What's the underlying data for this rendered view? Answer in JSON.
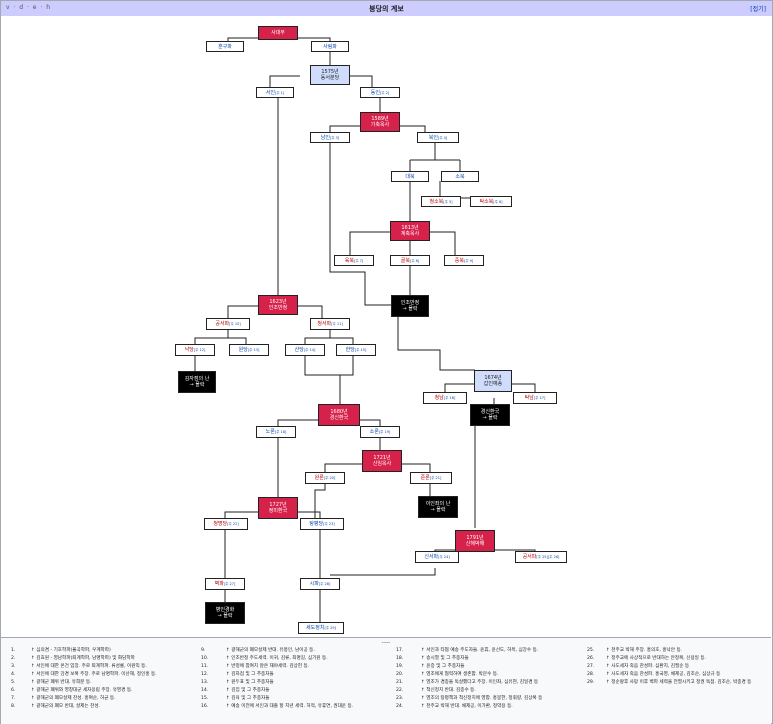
{
  "navbox": {
    "vde": "v · d · e · h",
    "title": "붕당의 계보",
    "toggle": "[접기]"
  },
  "colors": {
    "event_red": "#d6214b",
    "fall_black": "#000000",
    "year_blue": "#cfdcfb",
    "line": "#222222",
    "link": "#0645ad"
  },
  "nodes": {
    "sadaebu": {
      "label": "사대부"
    },
    "hungu": {
      "label": "훈구파"
    },
    "sarim": {
      "label": "사림파"
    },
    "e1575": {
      "l1": "1575년",
      "l2": "동서분당"
    },
    "seoin": {
      "label": "서인",
      "note": "[주 1]"
    },
    "dongin": {
      "label": "동인",
      "note": "[주 2]"
    },
    "e1589": {
      "l1": "1589년",
      "l2": "기축옥사"
    },
    "namin": {
      "label": "남인",
      "note": "[주 3]"
    },
    "bugin": {
      "label": "북인",
      "note": "[주 4]"
    },
    "daebuk": {
      "label": "대북"
    },
    "sobuk": {
      "label": "소북"
    },
    "cheongsobuk": {
      "label": "청소북",
      "note": "[주 5]"
    },
    "takssobuk": {
      "label": "탁소북",
      "note": "[주 6]"
    },
    "e1613": {
      "l1": "1613년",
      "l2": "계축옥사"
    },
    "yukbuk": {
      "label": "육북",
      "note": "[주 7]"
    },
    "golbuk": {
      "label": "골북",
      "note": "[주 8]"
    },
    "jungbuk": {
      "label": "중북",
      "note": "[주 9]"
    },
    "injo_fall": {
      "l1": "인조반정",
      "l2": "→ 몰락"
    },
    "e1623": {
      "l1": "1623년",
      "l2": "인조반정"
    },
    "gongseo": {
      "label": "공서파",
      "note": "[주 10]"
    },
    "cheongseo": {
      "label": "청서파",
      "note": "[주 11]"
    },
    "nakdang": {
      "label": "낙당",
      "note": "[주 12]"
    },
    "wondang": {
      "label": "원당",
      "note": "[주 13]"
    },
    "sandang": {
      "label": "산당",
      "note": "[주 14]"
    },
    "handang": {
      "label": "한당",
      "note": "[주 15]"
    },
    "kimjajeom_fall": {
      "l1": "김자점의 난",
      "l2": "→ 몰락"
    },
    "e1674": {
      "l1": "1674년",
      "l2": "갑인예송"
    },
    "cheongnam": {
      "label": "청남",
      "note": "[주 16]"
    },
    "taknam": {
      "label": "탁남",
      "note": "[주 17]"
    },
    "gyeongsin_fall": {
      "l1": "경신환국",
      "l2": "→ 몰락"
    },
    "e1680": {
      "l1": "1680년",
      "l2": "경신환국"
    },
    "noron": {
      "label": "노론",
      "note": "[주 18]"
    },
    "soron": {
      "label": "소론",
      "note": "[주 19]"
    },
    "e1721": {
      "l1": "1721년",
      "l2": "신임옥사"
    },
    "wanron": {
      "label": "완론",
      "note": "[주 20]"
    },
    "junron": {
      "label": "준론",
      "note": "[주 21]"
    },
    "ijwa_fall": {
      "l1": "이인좌의 난",
      "l2": "→ 몰락"
    },
    "e1727": {
      "l1": "1727년",
      "l2": "정미환국"
    },
    "cheongmyeong": {
      "label": "청명당",
      "note": "[주 22]"
    },
    "tangpyeong": {
      "label": "탕평당",
      "note": "[주 23]"
    },
    "e1791": {
      "l1": "1791년",
      "l2": "신해박해"
    },
    "sinseo": {
      "label": "신서파",
      "note": "[주 24]"
    },
    "gongseo2": {
      "label": "공서파",
      "note": "[주 25][주 26]"
    },
    "byeokpa": {
      "label": "벽파",
      "note": "[주 27]"
    },
    "sipa": {
      "label": "시파",
      "note": "[주 28]"
    },
    "byeongin_fall": {
      "l1": "병인경화",
      "l2": "→ 몰락"
    },
    "sedo": {
      "label": "세도정치",
      "note": "[주 29]"
    }
  },
  "notes_separator": "----",
  "notes": [
    {
      "n": "1.",
      "text": "↑ 심의겸 - 기호학파(율곡학파, 우계학파)"
    },
    {
      "n": "2.",
      "text": "↑ 김효원 - 영남학파(퇴계학파, 남명학파) 및 화담학파"
    },
    {
      "n": "3.",
      "text": "↑ 서인에 대한 온건 입장. 주로 퇴계학파. 류성룡, 이원익 등."
    },
    {
      "n": "4.",
      "text": "↑ 서인에 대한 강경 보복 주장. 주로 남명학파. 이산해, 정인홍 등."
    },
    {
      "n": "5.",
      "text": "↑ 광해군 폐위 반대. 유희분 등."
    },
    {
      "n": "6.",
      "text": "↑ 광해군 폐위와 영창대군 세자옹립 주장. 유영경 등."
    },
    {
      "n": "7.",
      "text": "↑ 광해군의 폐모살제 찬성. 홍여순, 허균 등."
    },
    {
      "n": "8.",
      "text": "↑ 광해군의 폐모 반대, 살제는 찬성."
    },
    {
      "n": "9.",
      "text": "↑ 광해군의 폐모살제 반대. 유몽인, 남이공 등."
    },
    {
      "n": "10.",
      "text": "↑ 인조반정 주도세력. 이귀, 김류, 최명길, 심기원 등."
    },
    {
      "n": "11.",
      "text": "↑ 반정에 참여치 않은 재야세력. 김상헌 등."
    },
    {
      "n": "12.",
      "text": "↑ 김자점 및 그 추종자들"
    },
    {
      "n": "13.",
      "text": "↑ 원두표 및 그 추종자들"
    },
    {
      "n": "14.",
      "text": "↑ 김집 및 그 추종자들"
    },
    {
      "n": "15.",
      "text": "↑ 김육 및 그 추종자들"
    },
    {
      "n": "16.",
      "text": "↑ 예송 이전에 서인과 대출 할 지년 세력. 허적, 유휴연, 권대운 등."
    },
    {
      "n": "17.",
      "text": "↑ 서인과 타협 예송 주도자들. 윤휴, 윤선도, 허목, 심강수 등."
    },
    {
      "n": "18.",
      "text": "↑ 송시열 및 그 추종자들"
    },
    {
      "n": "19.",
      "text": "↑ 윤증 및 그 추종자들"
    },
    {
      "n": "20.",
      "text": "↑ 영조에게 협력하여 생존함. 박문수 등."
    },
    {
      "n": "21.",
      "text": "↑ 영조가 경종을 독살했다고 주장. 이인좌, 심유현, 김일경 등"
    },
    {
      "n": "22.",
      "text": "↑ 척신정치 반대. 김종수 등."
    },
    {
      "n": "23.",
      "text": "↑ 영조의 탕평책과 척신정치에 영합. 홍봉한, 정휘량, 김상복 등"
    },
    {
      "n": "24.",
      "text": "↑ 천주교 박해 반대. 채제공, 이가환, 정약용 등."
    },
    {
      "n": "25.",
      "text": "↑ 천주교 박해 주장. 홍의호, 홍낙안 등."
    },
    {
      "n": "26.",
      "text": "↑ 정주교에 사상적으로 반대하는 안정복, 신용일 등."
    },
    {
      "n": "27.",
      "text": "↑ 사도세자 죽음 찬성파. 심환지, 김필순 등"
    },
    {
      "n": "28.",
      "text": "↑ 사도세자 죽음 찬성파. 홍국영, 채제공, 김조순, 심상규 등"
    },
    {
      "n": "29.",
      "text": "↑ 정순왕후 사망 이후 벽파 세력을 전멸시키고 정권 독점. 김조순, 박종경 등"
    }
  ]
}
